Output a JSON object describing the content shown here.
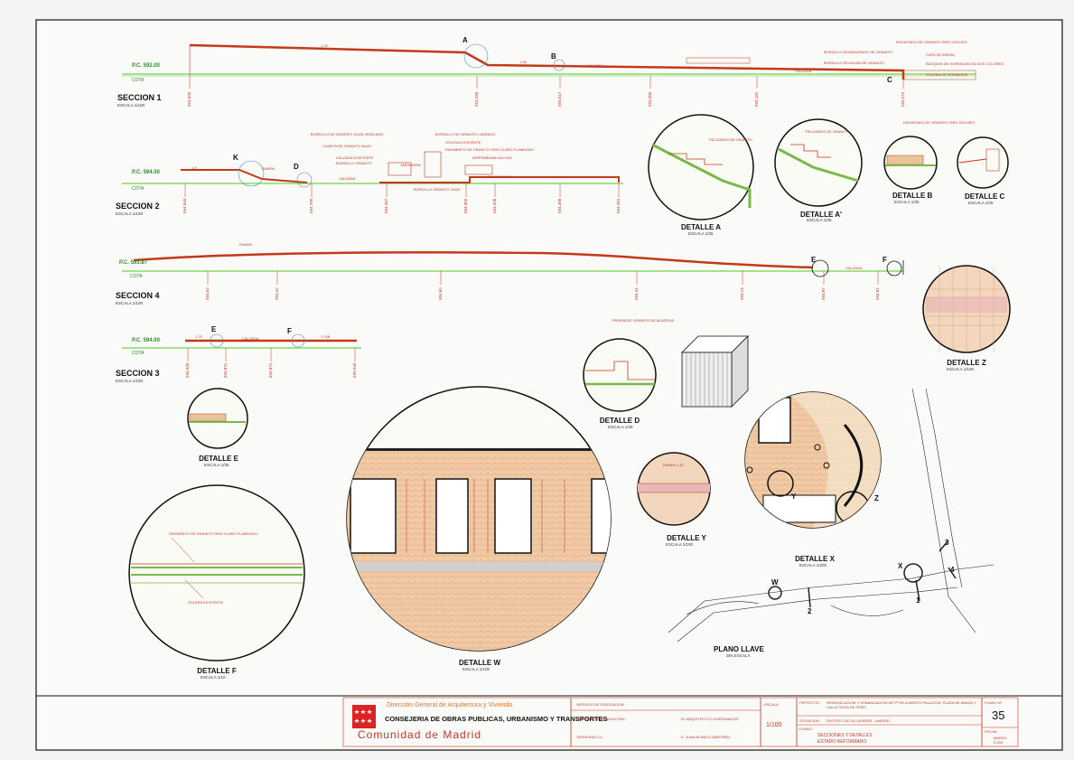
{
  "sections": {
    "s1": {
      "title": "SECCION 1",
      "scale": "ESCALA 1/100",
      "pc": "P.C. 592.00",
      "cota": "COTA",
      "point_a": "A",
      "point_b": "B",
      "point_c": "C",
      "slope": "1.75",
      "slope2": "1.05",
      "calzada": "CALZADA",
      "stations": [
        "594.930",
        "594.340",
        "593.517",
        "593.380",
        "593.181",
        "593.272"
      ],
      "notes": [
        "ENCINTADO DE GRANITO GRIS OSCURO",
        "BORDILLO ADHAMURADO DE GRANITO",
        "CAPA DE ARENA",
        "BORDILLO REGULAR DE GRANITO",
        "ADOQUIN DE HORMIGON EN DOS COLORES",
        "CALZADA",
        "SOLERA DE HORMIGON"
      ]
    },
    "s2": {
      "title": "SECCION 2",
      "scale": "ESCALA 1/100",
      "pc": "P.C. 594.00",
      "cota": "COTA",
      "point_k": "K",
      "point_d": "D",
      "slope": "1.5",
      "calzada": "CALZADA",
      "rampa": "RAMPA",
      "stations": [
        "594.940",
        "594.700",
        "594.367",
        "594.355",
        "594.338",
        "594.488",
        "594.384"
      ],
      "notes": [
        "BORDILLO DE GRANITO 20x25, BISELADO",
        "CUNETA DE GRANITO 40x20",
        "CALZADA EXISTENTE",
        "BORDILLO GRANITO",
        "BORDILLO DE GRANITO LABRADO",
        "SOLERA EXISTENTE",
        "PAVIMENTO DE GRANITO GRIS CLARO FLAMEADO",
        "IMPERMEABILIZACION",
        "JARDINERA",
        "BORDILLO GRANITO 20x30",
        "EMPEDRADO"
      ]
    },
    "s4": {
      "title": "SECCION 4",
      "scale": "ESCALA 1/100",
      "pc": "P.C. 593.87",
      "cota": "COTA",
      "point_e": "E",
      "point_f": "F",
      "calzada": "CALZADA",
      "rampa": "RAMPA",
      "stations": [
        "594.02",
        "594.42",
        "594.60",
        "594.44",
        "593.74",
        "593.87",
        "593.87"
      ]
    },
    "s3": {
      "title": "SECCION 3",
      "scale": "ESCALA 1/100",
      "pc": "P.C. 594.00",
      "cota": "COTA",
      "point_e": "E",
      "point_f": "F",
      "calzada": "CALZADA",
      "slope": "1.75",
      "slope2": "1.75B",
      "stations": [
        "594.930",
        "594.871",
        "594.871",
        "593.040"
      ]
    }
  },
  "details": {
    "a": {
      "title": "DETALLE A",
      "scale": "ESCALA 1/25",
      "note": "PELDAÑOS DE GRANITO"
    },
    "ak": {
      "title": "DETALLE A'",
      "scale": "ESCALA 1/25",
      "note": "PELDAÑOS DE GRANITO"
    },
    "b": {
      "title": "DETALLE B",
      "scale": "ESCALA 1/25"
    },
    "c": {
      "title": "DETALLE C",
      "scale": "ESCALA 1/25",
      "note": "ENCINTADO DE GRANITO GRIS OSCURO"
    },
    "z": {
      "title": "DETALLE Z",
      "scale": "ESCALA 1/100"
    },
    "d": {
      "title": "DETALLE D",
      "scale": "ESCALA 1/25",
      "note": "PRISMA DE GRANITO DE ADARGAS"
    },
    "e": {
      "title": "DETALLE E",
      "scale": "ESCALA 1/25"
    },
    "w": {
      "title": "DETALLE W",
      "scale": "ESCALA 1/100"
    },
    "y": {
      "title": "DETALLE Y",
      "scale": "ESCALA 1/100",
      "note": "RAMPA 1.45"
    },
    "x": {
      "title": "DETALLE X",
      "scale": "ESCALA 1/200",
      "label_y": "Y",
      "label_z": "Z"
    },
    "f": {
      "title": "DETALLE F",
      "scale": "ESCALA 1/10",
      "note1": "PAVIMENTO DE GRANITO GRIS CLARO FLAMEADO",
      "note2": "SOLERA EXISTENTE"
    }
  },
  "plano": {
    "title": "PLANO LLAVE",
    "scale": "SIN ESCALA",
    "labels": [
      "W",
      "X",
      "1",
      "2",
      "3",
      "4"
    ]
  },
  "title_block": {
    "direccion": "Dirección General de Arquitectura y Vivienda",
    "consejeria": "CONSEJERIA DE OBRAS PUBLICAS, URBANISMO Y TRANSPORTES",
    "comunidad": "Comunidad de Madrid",
    "servicio": "SERVICIO DE EDIFICACION",
    "empresa_label": "LA EMPRESA CONSULTORA",
    "empresa": "GRAVERAS S.L.",
    "arquitecto_label": "EL ARQUITECTO COORDINADOR",
    "arquitecto": "D. JUAN BLANCO MARTINEZ",
    "escala_label": "ESCALA",
    "escala": "1/100",
    "proyecto_label": "PROYECTO",
    "proyecto": "REMODELACION Y URBANIZACION DE Pº DE ALBERTO PALACIOS, PLAZA DE ABADA Y CALLE VEGA DE PEÑO",
    "situacion_label": "SITUACION",
    "situacion": "DISTRITO DE VILLAVERDE - MADRID",
    "plano_label": "PLANO",
    "plano": "SECCIONES Y DETALLES",
    "plano2": "ESTADO REFORMADO",
    "plano_n_label": "PLANO Nº",
    "plano_n": "35",
    "fecha_label": "FECHA",
    "fecha": "MARZO 2.000"
  }
}
